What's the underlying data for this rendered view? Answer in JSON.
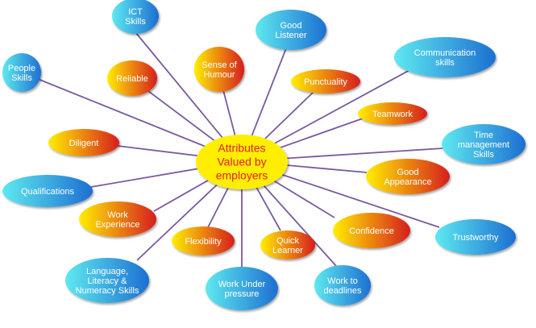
{
  "center": {
    "lines": [
      "Attributes",
      "Valued by",
      "employers"
    ]
  },
  "nodes": [
    {
      "id": "ict-skills",
      "lines": [
        "ICT",
        "Skills"
      ],
      "style": "blue"
    },
    {
      "id": "good-listener",
      "lines": [
        "Good",
        "Listener"
      ],
      "style": "blue"
    },
    {
      "id": "people-skills",
      "lines": [
        "People",
        "Skills"
      ],
      "style": "blue"
    },
    {
      "id": "reliable",
      "lines": [
        "Reliable"
      ],
      "style": "orange"
    },
    {
      "id": "sense-of-humour",
      "lines": [
        "Sense of",
        "Humour"
      ],
      "style": "orange"
    },
    {
      "id": "punctuality",
      "lines": [
        "Punctuality"
      ],
      "style": "orange"
    },
    {
      "id": "communication-skills",
      "lines": [
        "Communication",
        "skills"
      ],
      "style": "blue"
    },
    {
      "id": "teamwork",
      "lines": [
        "Teamwork"
      ],
      "style": "orange"
    },
    {
      "id": "diligent",
      "lines": [
        "Diligent"
      ],
      "style": "orange"
    },
    {
      "id": "time-management-skills",
      "lines": [
        "Time",
        "management",
        "Skills"
      ],
      "style": "blue"
    },
    {
      "id": "good-appearance",
      "lines": [
        "Good",
        "Appearance"
      ],
      "style": "orange"
    },
    {
      "id": "qualifications",
      "lines": [
        "Qualifications"
      ],
      "style": "blue"
    },
    {
      "id": "work-experience",
      "lines": [
        "Work",
        "Experience"
      ],
      "style": "orange"
    },
    {
      "id": "confidence",
      "lines": [
        "Confidence"
      ],
      "style": "orange"
    },
    {
      "id": "trustworthy",
      "lines": [
        "Trustworthy"
      ],
      "style": "blue"
    },
    {
      "id": "flexibility",
      "lines": [
        "Flexibility"
      ],
      "style": "orange"
    },
    {
      "id": "quick-learner",
      "lines": [
        "Quick",
        "Learner"
      ],
      "style": "orange"
    },
    {
      "id": "language-literacy-numeracy",
      "lines": [
        "Language,",
        "Literacy &",
        "Numeracy Skills"
      ],
      "style": "blue"
    },
    {
      "id": "work-under-pressure",
      "lines": [
        "Work Under",
        "pressure"
      ],
      "style": "blue"
    },
    {
      "id": "work-to-deadlines",
      "lines": [
        "Work to",
        "deadlines"
      ],
      "style": "blue"
    }
  ],
  "colors": {
    "line": "#7a5a9e",
    "center_fill": "#ffee00",
    "center_text": "#e0212b",
    "blue_light": "#5ee9f0",
    "blue_dark": "#1d6fd1",
    "orange_light": "#ffee00",
    "orange_dark": "#d61e1e",
    "node_text": "#ffffff"
  }
}
